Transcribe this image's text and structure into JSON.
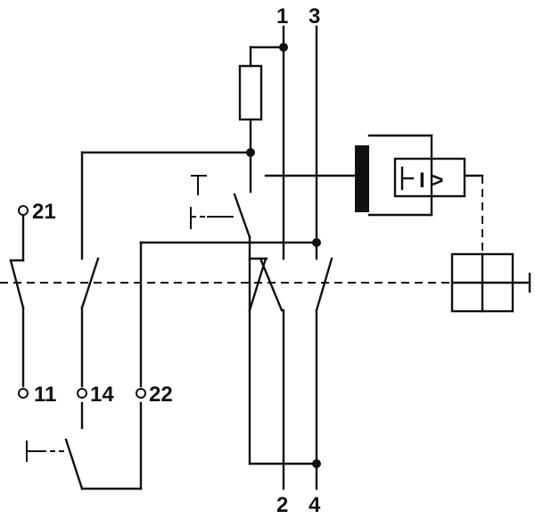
{
  "terminals": {
    "t1": "1",
    "t3": "3",
    "t2": "2",
    "t4": "4",
    "t21": "21",
    "t11": "11",
    "t14": "14",
    "t22": "22"
  },
  "relay": {
    "symbol": "I >"
  },
  "colors": {
    "line": "#111111",
    "background": "#ffffff"
  },
  "icons": [
    "resistor-icon",
    "coil-icon",
    "test-button-icon",
    "reset-button-icon",
    "overcurrent-relay-icon",
    "mechanism-box-icon"
  ]
}
